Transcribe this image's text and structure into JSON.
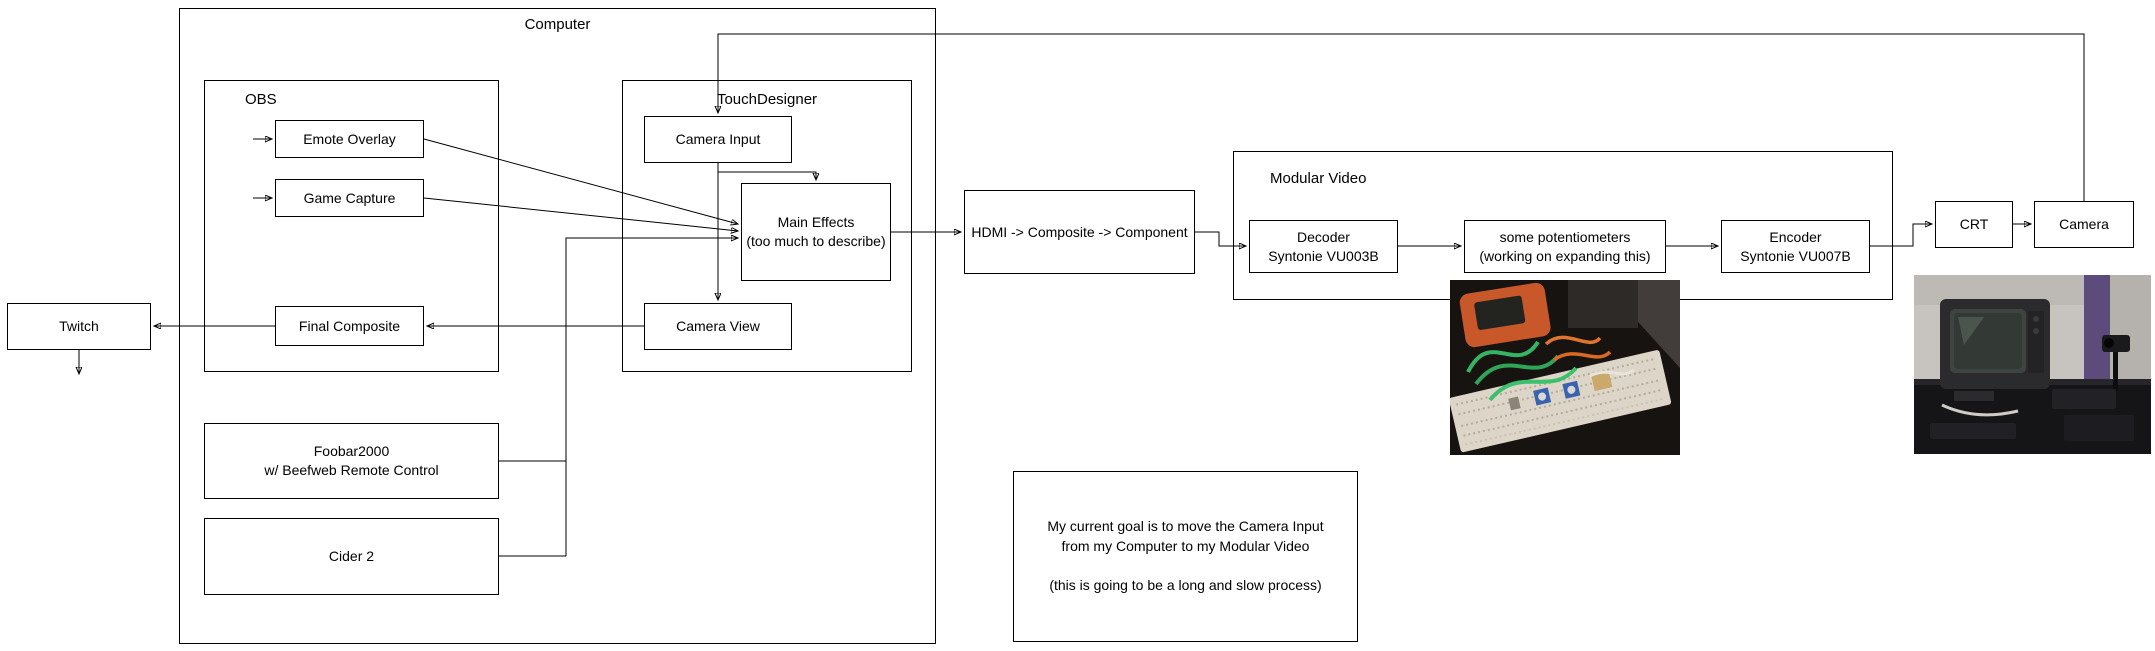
{
  "window": {
    "background": "#ffffff",
    "line_color": "#000000",
    "box_border_color": "#000000"
  },
  "nodes": {
    "computer": "Computer",
    "obs": "OBS",
    "emote_overlay": "Emote Overlay",
    "game_capture": "Game Capture",
    "final_composite": "Final Composite",
    "touchdesigner": "TouchDesigner",
    "camera_input": "Camera Input",
    "main_effects": {
      "line1": "Main Effects",
      "line2": "(too much to describe)"
    },
    "camera_view": "Camera View",
    "foobar": {
      "line1": "Foobar2000",
      "line2": "w/ Beefweb Remote Control"
    },
    "cider": "Cider 2",
    "twitch": "Twitch",
    "hdmi": "HDMI -> Composite -> Component",
    "modular_video": "Modular Video",
    "decoder": {
      "line1": "Decoder",
      "line2": "Syntonie VU003B"
    },
    "potentiometers": {
      "line1": "some potentiometers",
      "line2": "(working on expanding this)"
    },
    "encoder": {
      "line1": "Encoder",
      "line2": "Syntonie VU007B"
    },
    "crt": "CRT",
    "camera": "Camera"
  },
  "note": {
    "line1": "My current goal is to move the Camera Input from my Computer to my Modular Video",
    "line2": "(this is going to be a long and slow process)"
  },
  "photos": {
    "breadboard": "photo of breadboard with potentiometers and wires",
    "crt_tv": "photo of CRT television with camera"
  }
}
